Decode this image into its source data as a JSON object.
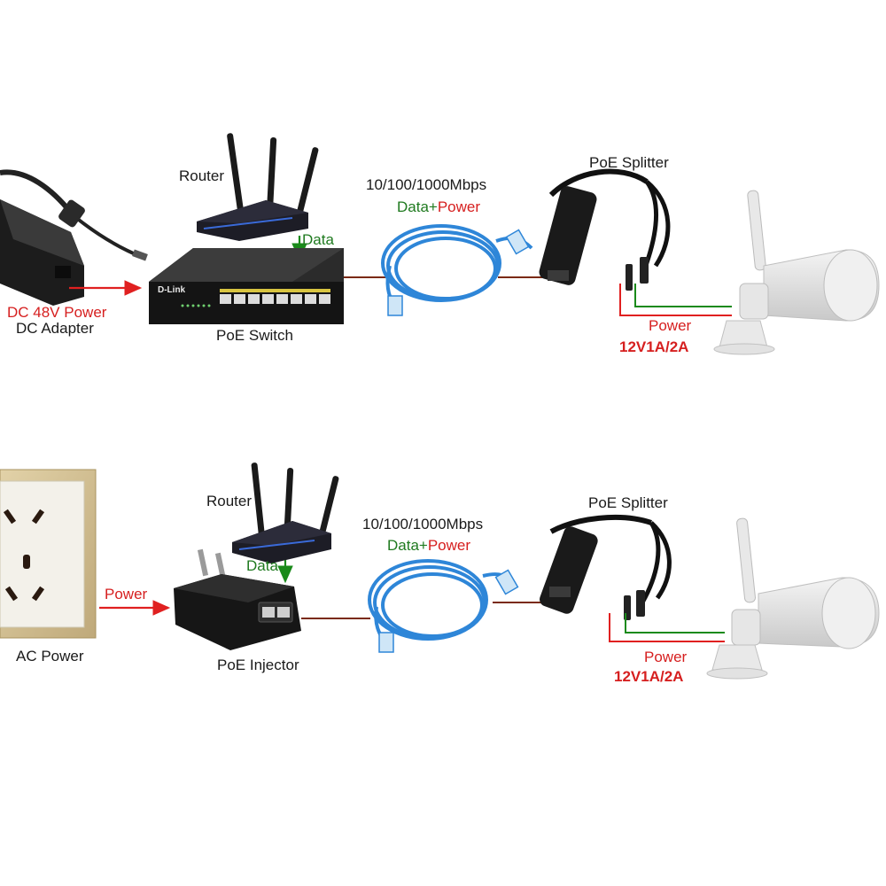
{
  "colors": {
    "red_line": "#e02020",
    "green_line": "#1a8a1a",
    "brown_line": "#7a2a10",
    "text_green": "#1f7a1f",
    "text_red": "#d61f1f"
  },
  "top_setup": {
    "adapter_label_line1": "DC 48V Power",
    "adapter_label_line2": "DC Adapter",
    "router_label": "Router",
    "data_label": "Data",
    "switch_label": "PoE Switch",
    "switch_brand": "D-Link",
    "speed_label": "10/100/1000Mbps",
    "data_part": "Data+",
    "power_part": "Power",
    "splitter_label": "PoE Splitter",
    "power_label": "Power",
    "output_label": "12V1A/2A"
  },
  "bottom_setup": {
    "ac_label": "AC Power",
    "power_arrow_label": "Power",
    "router_label": "Router",
    "data_label": "Data",
    "injector_label": "PoE Injector",
    "speed_label": "10/100/1000Mbps",
    "data_part": "Data+",
    "power_part": "Power",
    "splitter_label": "PoE Splitter",
    "power_label": "Power",
    "output_label": "12V1A/2A"
  }
}
